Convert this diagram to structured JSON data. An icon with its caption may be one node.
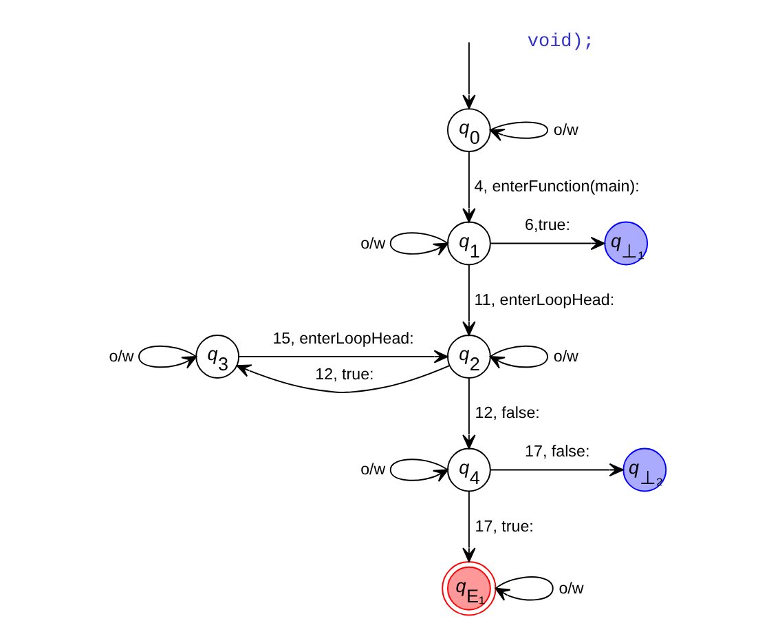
{
  "diagram": {
    "nodes": [
      {
        "text": [
          "q$_{0}$"
        ]
      },
      {
        "text": [
          "q$_{1}$"
        ]
      },
      {
        "text": [
          "q$_{⊥₁}$"
        ]
      },
      {
        "text": [
          "q$_{2}$"
        ]
      },
      {
        "text": [
          "q$_{3}$"
        ]
      },
      {
        "text": [
          "q$_{4}$"
        ]
      },
      {
        "text": [
          "q$_{⊥₂}$"
        ]
      },
      {
        "text": [
          "q$_{E₁}$"
        ]
      }
    ],
    "edges": [
      {
        "from": null,
        "to": 0,
        "arrow": "to"
      },
      {
        "from": 0,
        "to": 0,
        "arrow": "to",
        "label": "o/w"
      },
      {
        "from": 0,
        "to": 1,
        "arrow": "to",
        "label": "4, enterFunction(main):"
      },
      {
        "from": 1,
        "to": 2,
        "arrow": "to",
        "label": "6,true:"
      },
      {
        "from": 1,
        "to": 1,
        "arrow": "to",
        "label": "o/w"
      },
      {
        "from": 1,
        "to": 3,
        "arrow": "to",
        "label": "11, enterLoopHead:"
      },
      {
        "from": 3,
        "to": 4,
        "arrow": "to",
        "label": "12, true:"
      },
      {
        "from": 4,
        "to": 3,
        "arrow": "to",
        "label": "15, enterLoopHead:"
      },
      {
        "from": 4,
        "to": 4,
        "arrow": "to",
        "label": "o/w"
      },
      {
        "from": 3,
        "to": 3,
        "arrow": "to",
        "label": "o/w"
      },
      {
        "from": 3,
        "to": 5,
        "arrow": "to",
        "label": "12, false:"
      },
      {
        "from": 5,
        "to": 6,
        "arrow": "to",
        "label": "17, false:"
      },
      {
        "from": 5,
        "to": 5,
        "arrow": "to",
        "label": "o/w"
      },
      {
        "from": 5,
        "to": 7,
        "arrow": "to",
        "label": "17, true:"
      },
      {
        "from": 7,
        "to": 7,
        "arrow": "to",
        "label": "o/w"
      }
    ],
    "labels": [
      "void);"
    ]
  }
}
